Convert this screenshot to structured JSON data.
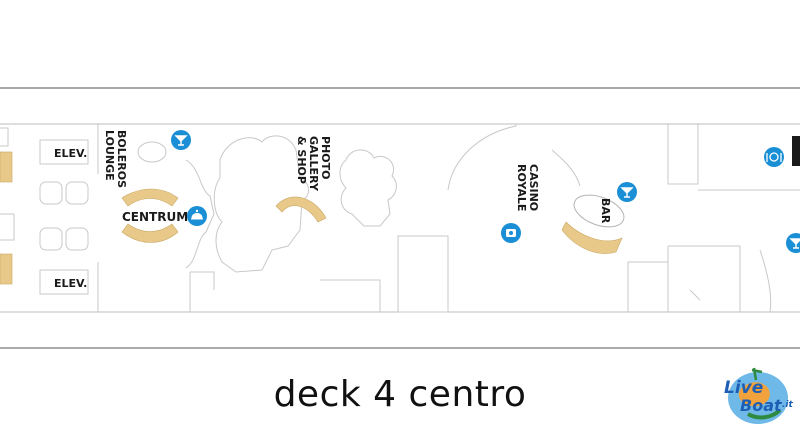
{
  "caption": "deck 4 centro",
  "labels": {
    "elev_top": "ELEV.",
    "elev_bottom": "ELEV.",
    "boleros_1": "BOLEROS",
    "boleros_2": "LOUNGE",
    "centrum": "CENTRUM",
    "photo_1": "PHOTO",
    "photo_2": "GALLERY",
    "photo_3": "& SHOP",
    "casino_1": "CASINO",
    "casino_2": "ROYALE",
    "bar": "BAR"
  },
  "icons": [
    "cocktail-icon",
    "cocktail-icon",
    "cocktail-icon",
    "dining-icon",
    "casino-chip-icon",
    "guest-services-icon"
  ],
  "logo": {
    "part1": "Live",
    "part2": "Boat",
    "suffix": ".it"
  },
  "colors": {
    "icon_blue": "#1a8fd6",
    "stair_tan": "#e8c98a",
    "line_gray": "#9a9a9a"
  }
}
